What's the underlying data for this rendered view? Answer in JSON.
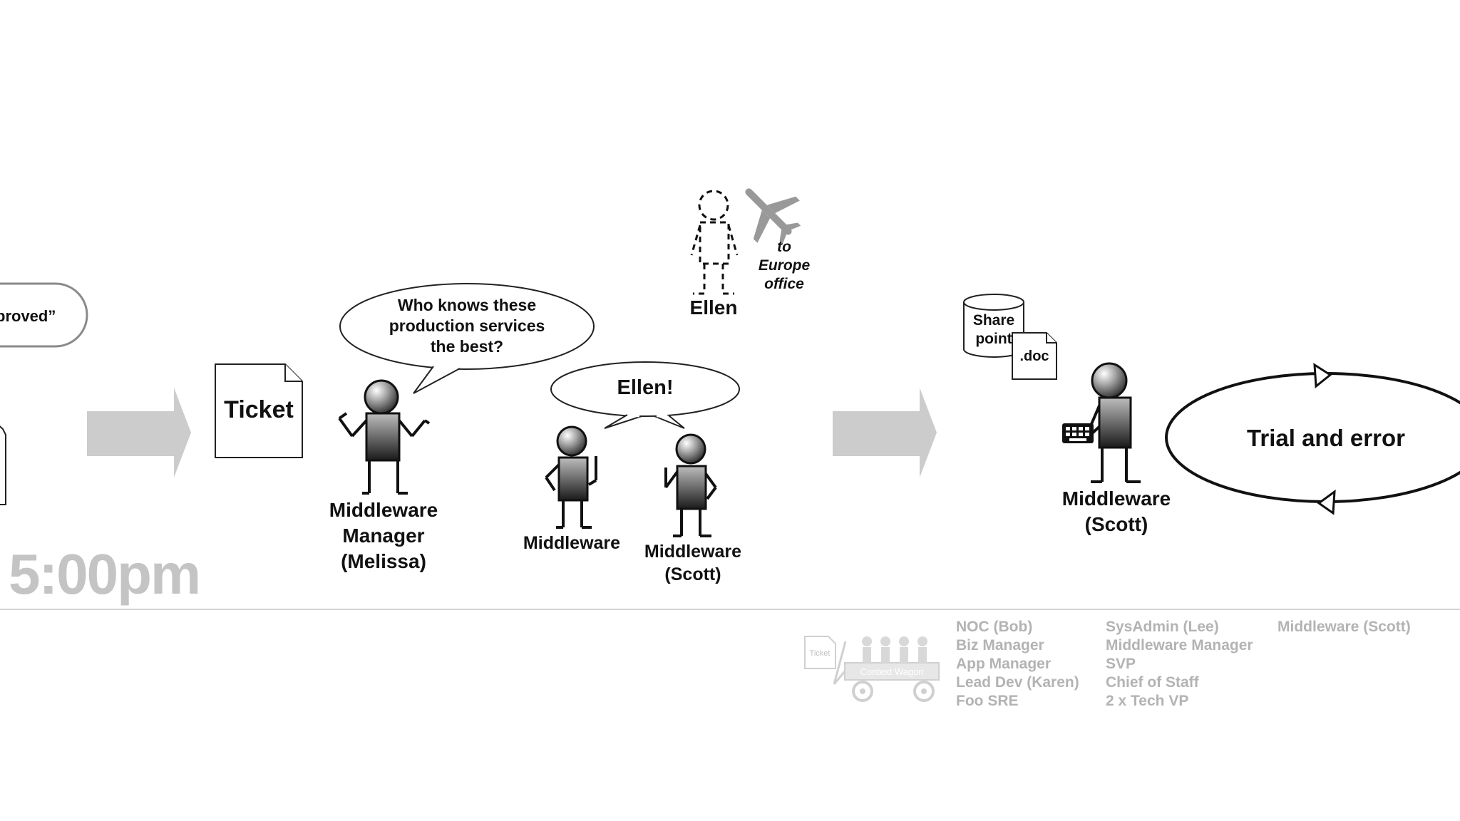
{
  "time_label": "5:00pm",
  "approved_pill_text": "proved”",
  "ticket_label": "Ticket",
  "manager_speech": [
    "Who knows these",
    "production services",
    "the best?"
  ],
  "manager_caption": [
    "Middleware",
    "Manager",
    "(Melissa)"
  ],
  "ellen_speech": "Ellen!",
  "middleware_caption": "Middleware",
  "scott_caption": [
    "Middleware",
    "(Scott)"
  ],
  "ellen_caption": "Ellen",
  "travel_note": [
    "to",
    "Europe",
    "office"
  ],
  "sharepoint_label": [
    "Share",
    "point"
  ],
  "doc_label": ".doc",
  "scott_right_caption": [
    "Middleware",
    "(Scott)"
  ],
  "loop_label": "Trial and error",
  "wagon": {
    "ticket_text": "Ticket",
    "wagon_text": "Context Wagon",
    "people_count": 4
  },
  "legend": {
    "col1": [
      "NOC (Bob)",
      "Biz Manager",
      "App Manager",
      "Lead Dev (Karen)",
      "Foo SRE"
    ],
    "col2": [
      "SysAdmin (Lee)",
      "Middleware Manager",
      "SVP",
      "Chief of Staff",
      "2 x Tech VP"
    ],
    "col3": [
      "Middleware (Scott)"
    ]
  },
  "colors": {
    "arrow": "#cccccc",
    "time": "#c4c4c4",
    "legend": "#b3b3b3",
    "divider": "#d4d4d4",
    "plane": "#999999"
  },
  "icons": [
    "airplane-icon",
    "database-icon",
    "document-icon",
    "keyboard-icon",
    "wagon-icon"
  ]
}
